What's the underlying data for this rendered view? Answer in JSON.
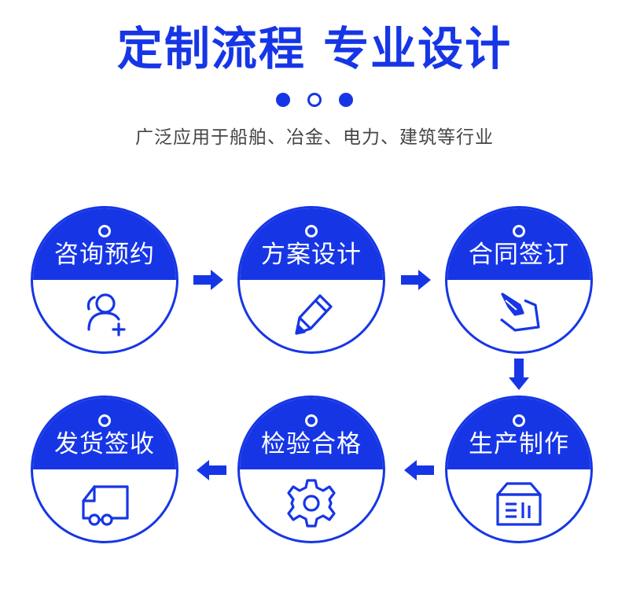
{
  "header": {
    "title": "定制流程 专业设计",
    "subtitle": "广泛应用于船舶、冶金、电力、建筑等行业"
  },
  "colors": {
    "primary": "#1636e6",
    "subtitle": "#444444"
  },
  "steps": [
    {
      "label": "咨询预约",
      "icon": "add-user-icon"
    },
    {
      "label": "方案设计",
      "icon": "pencil-icon"
    },
    {
      "label": "合同签订",
      "icon": "signing-contract-icon"
    },
    {
      "label": "生产制作",
      "icon": "box-icon"
    },
    {
      "label": "检验合格",
      "icon": "gear-icon"
    },
    {
      "label": "发货签收",
      "icon": "delivery-truck-icon"
    }
  ]
}
